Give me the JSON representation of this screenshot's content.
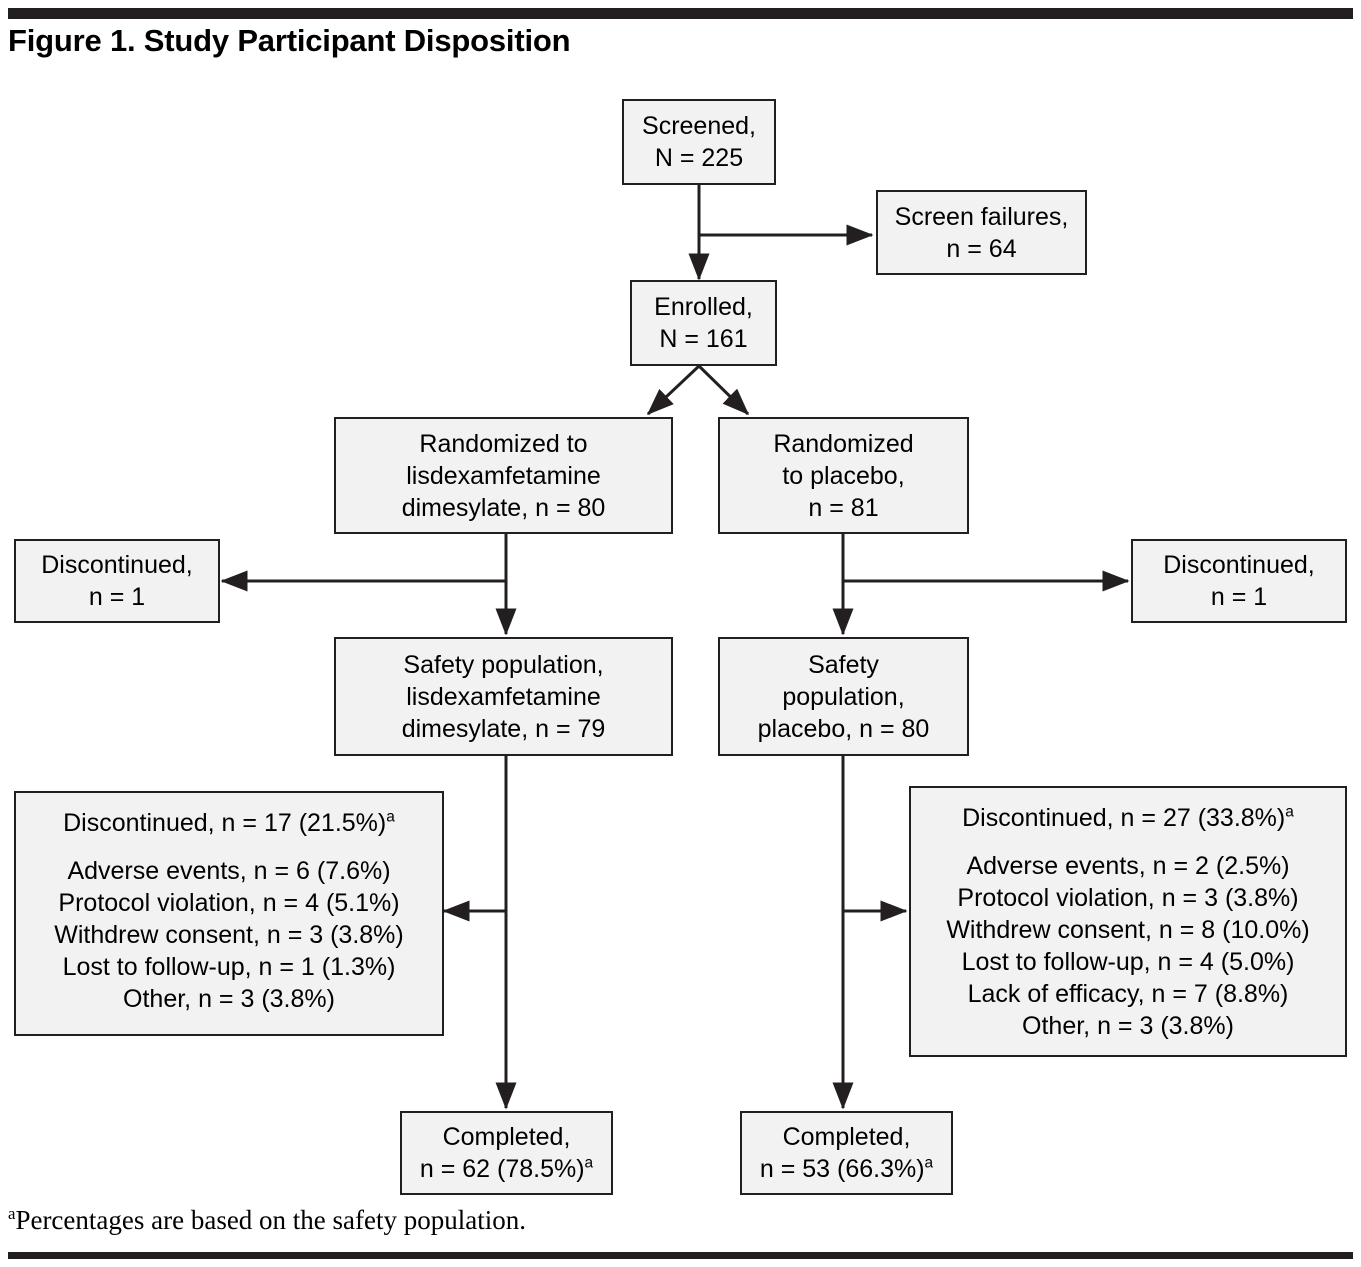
{
  "figure": {
    "title": "Figure 1. Study Participant Disposition",
    "footnote_marker": "a",
    "footnote_text": "Percentages are based on the safety population."
  },
  "colors": {
    "box_fill": "#F2F2F2",
    "box_border": "#231F20",
    "rule": "#231F20",
    "text": "#000000"
  },
  "nodes": {
    "screened": {
      "line1": "Screened,",
      "line2": "N = 225"
    },
    "screen_failures": {
      "line1": "Screen failures,",
      "line2": "n = 64"
    },
    "enrolled": {
      "line1": "Enrolled,",
      "line2": "N = 161"
    },
    "randomized_lisdex": {
      "line1": "Randomized  to",
      "line2": "lisdexamfetamine",
      "line3": "dimesylate, n = 80"
    },
    "randomized_placebo": {
      "line1": "Randomized",
      "line2": "to placebo,",
      "line3": "n = 81"
    },
    "discontinued_left_early": {
      "line1": "Discontinued,",
      "line2": "n = 1"
    },
    "discontinued_right_early": {
      "line1": "Discontinued,",
      "line2": "n = 1"
    },
    "safety_lisdex": {
      "line1": "Safety population,",
      "line2": "lisdexamfetamine",
      "line3": "dimesylate,  n = 79"
    },
    "safety_placebo": {
      "line1": "Safety",
      "line2": "population,",
      "line3": "placebo, n = 80"
    },
    "reasons_lisdex": {
      "header_text": "Discontinued, n = 17 (21.5%)",
      "header_sup": "a",
      "items": [
        "Adverse events, n = 6 (7.6%)",
        "Protocol violation, n = 4 (5.1%)",
        "Withdrew consent, n = 3 (3.8%)",
        "Lost to follow-up, n = 1 (1.3%)",
        "Other, n = 3 (3.8%)"
      ]
    },
    "reasons_placebo": {
      "header_text": "Discontinued, n = 27 (33.8%)",
      "header_sup": "a",
      "items": [
        "Adverse events, n = 2 (2.5%)",
        "Protocol violation, n = 3 (3.8%)",
        "Withdrew consent, n = 8 (10.0%)",
        "Lost to follow-up, n = 4 (5.0%)",
        "Lack of efficacy, n = 7 (8.8%)",
        "Other, n = 3 (3.8%)"
      ]
    },
    "completed_lisdex": {
      "line1": "Completed,",
      "line2_text": "n = 62 (78.5%)",
      "line2_sup": "a"
    },
    "completed_placebo": {
      "line1": "Completed,",
      "line2_text": "n = 53 (66.3%)",
      "line2_sup": "a"
    }
  }
}
